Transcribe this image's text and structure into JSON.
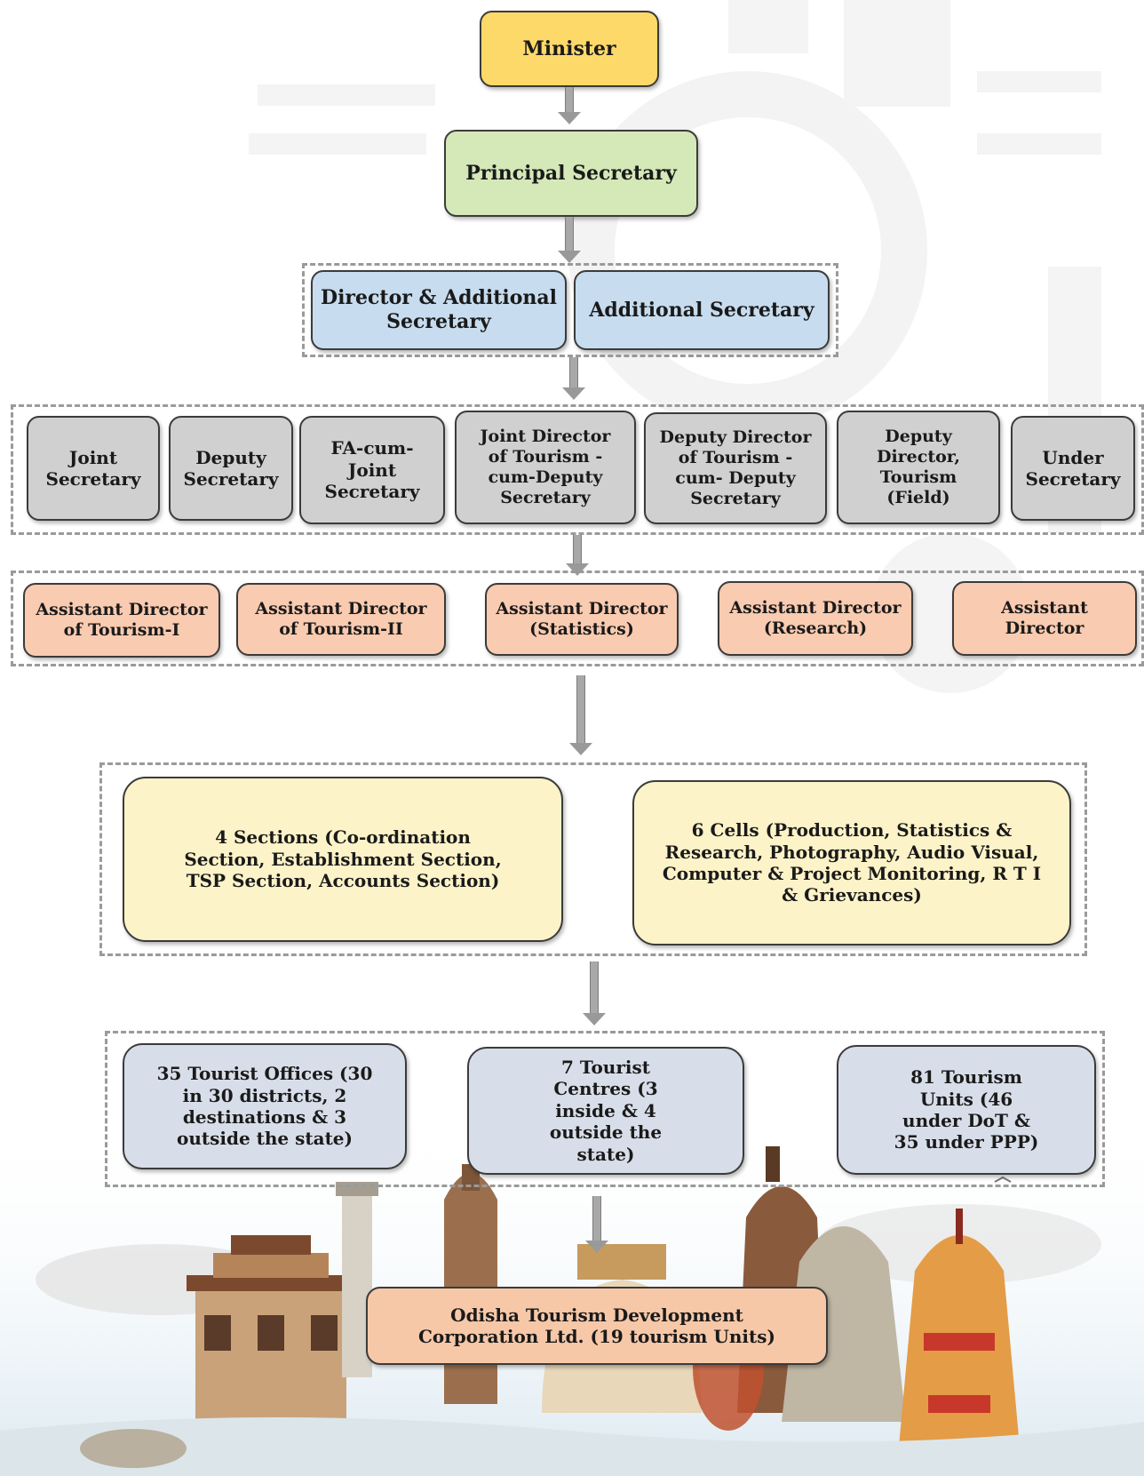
{
  "chart": {
    "top": {
      "minister": "Minister",
      "principal_secretary": "Principal Secretary"
    },
    "level_directors": [
      "Director & Additional Secretary",
      "Additional Secretary"
    ],
    "level_secretaries": [
      "Joint Secretary",
      "Deputy Secretary",
      "FA-cum-Joint Secretary",
      "Joint Director of Tourism -cum-Deputy Secretary",
      "Deputy Director of Tourism -cum- Deputy Secretary",
      "Deputy Director, Tourism (Field)",
      "Under Secretary"
    ],
    "level_assistant_directors": [
      "Assistant Director of Tourism-I",
      "Assistant Director of Tourism-II",
      "Assistant Director (Statistics)",
      "Assistant Director (Research)",
      "Assistant Director"
    ],
    "level_sections": [
      "4 Sections (Co-ordination Section, Establishment Section, TSP Section, Accounts Section)",
      "6 Cells (Production, Statistics & Research, Photography, Audio Visual, Computer & Project Monitoring, R T I & Grievances)"
    ],
    "level_field": [
      "35 Tourist Offices (30 in 30 districts, 2 destinations & 3 outside the state)",
      "7 Tourist Centres (3 inside & 4 outside the state)",
      "81 Tourism Units (46 under DoT & 35 under PPP)"
    ],
    "bottom": {
      "otdc": "Odisha Tourism Development Corporation Ltd. (19 tourism Units)"
    }
  },
  "colors": {
    "minister": "#fdd96a",
    "principal_secretary": "#d4e8b8",
    "directors": "#c7dcef",
    "secretaries": "#d0d0d0",
    "assistant_directors": "#f9cbb0",
    "sections": "#fdf3c8",
    "field": "#d8dee9",
    "otdc": "#f7c8a8",
    "connector": "#a8a8a8",
    "group_border": "#9a9a9a"
  }
}
